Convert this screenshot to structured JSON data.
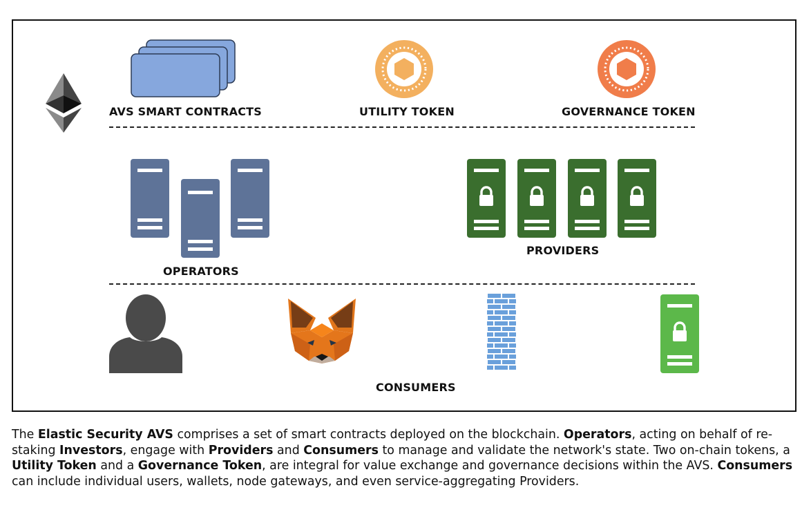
{
  "diagram": {
    "top_row": {
      "avs_smart_contracts_label": "AVS SMART CONTRACTS",
      "utility_token_label": "UTILITY TOKEN",
      "governance_token_label": "GOVERNANCE TOKEN"
    },
    "middle_row": {
      "operators_label": "OPERATORS",
      "providers_label": "PROVIDERS"
    },
    "bottom_row": {
      "consumers_label": "CONSUMERS"
    },
    "colors": {
      "contracts_blue": "#86a7dd",
      "utility_orange": "#f3b05f",
      "governance_orange": "#f07d4a",
      "operator_server": "#5e7398",
      "provider_server": "#3a6e2e",
      "consumer_green": "#5cb84a",
      "firewall_blue": "#6aa0db",
      "user_gray": "#4a4a4a"
    },
    "icons": [
      "ethereum-icon",
      "contracts-stack-icon",
      "utility-token-icon",
      "governance-token-icon",
      "server-icon",
      "locked-server-icon",
      "user-icon",
      "fox-wallet-icon",
      "firewall-icon"
    ]
  },
  "caption": {
    "t1": "The ",
    "b1": "Elastic Security AVS",
    "t2": " comprises a set of smart contracts deployed on the blockchain. ",
    "b2": "Operators",
    "t3": ", acting on behalf of re-staking ",
    "b3": "Investors",
    "t4": ", engage with ",
    "b4": "Providers",
    "t5": " and ",
    "b5": "Consumers",
    "t6": " to manage and validate the network's state. Two on-chain tokens, a ",
    "b6": "Utility Token",
    "t7": " and a ",
    "b7": "Governance Token",
    "t8": ", are integral for value exchange and governance decisions within the AVS. ",
    "b8": "Consumers",
    "t9": " can include individual users, wallets, node gateways, and even service-aggregating Providers."
  }
}
